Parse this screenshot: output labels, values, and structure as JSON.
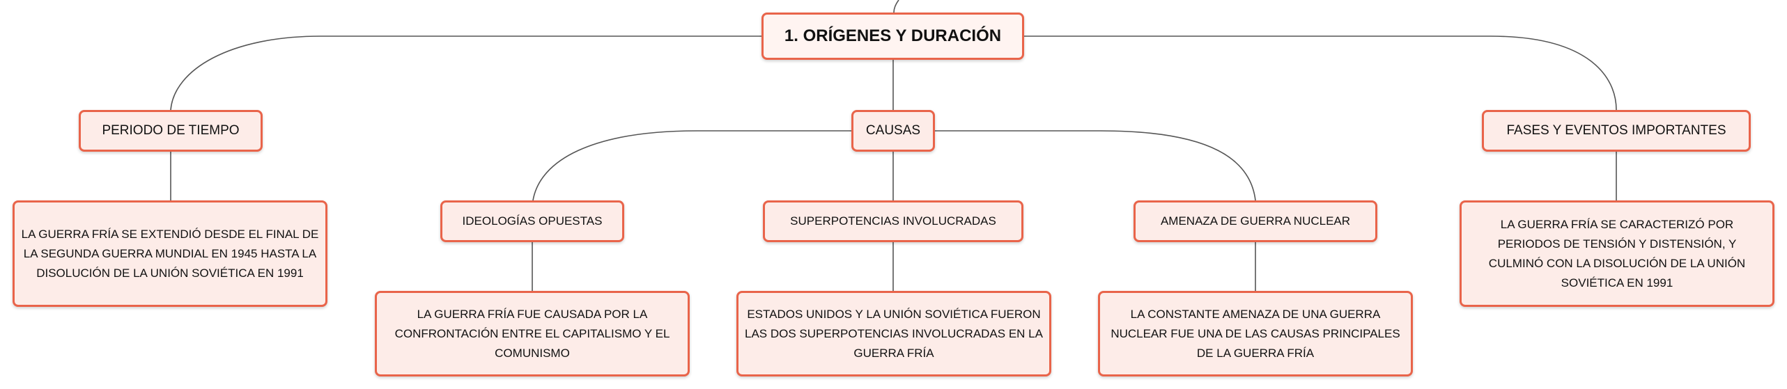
{
  "colors": {
    "node_border": "#e9644a",
    "node_fill": "#fdece8",
    "connector": "#555555"
  },
  "root": {
    "label": "1. ORÍGENES Y DURACIÓN"
  },
  "branches": [
    {
      "label": "PERIODO DE TIEMPO",
      "detail": "LA GUERRA FRÍA SE EXTENDIÓ DESDE EL FINAL DE LA SEGUNDA GUERRA MUNDIAL EN 1945 HASTA LA DISOLUCIÓN DE LA UNIÓN SOVIÉTICA EN 1991"
    },
    {
      "label": "CAUSAS",
      "children": [
        {
          "label": "IDEOLOGÍAS OPUESTAS",
          "detail": "LA GUERRA FRÍA FUE CAUSADA POR LA CONFRONTACIÓN ENTRE EL CAPITALISMO Y EL COMUNISMO"
        },
        {
          "label": "SUPERPOTENCIAS INVOLUCRADAS",
          "detail": "ESTADOS UNIDOS Y LA UNIÓN SOVIÉTICA FUERON LAS DOS SUPERPOTENCIAS INVOLUCRADAS EN LA GUERRA FRÍA"
        },
        {
          "label": "AMENAZA DE GUERRA NUCLEAR",
          "detail": "LA CONSTANTE AMENAZA DE UNA GUERRA NUCLEAR FUE UNA DE LAS CAUSAS PRINCIPALES DE LA GUERRA FRÍA"
        }
      ]
    },
    {
      "label": "FASES Y EVENTOS IMPORTANTES",
      "detail": "LA GUERRA FRÍA SE CARACTERIZÓ POR PERIODOS DE TENSIÓN Y DISTENSIÓN, Y CULMINÓ CON LA DISOLUCIÓN DE LA UNIÓN SOVIÉTICA EN 1991"
    }
  ]
}
